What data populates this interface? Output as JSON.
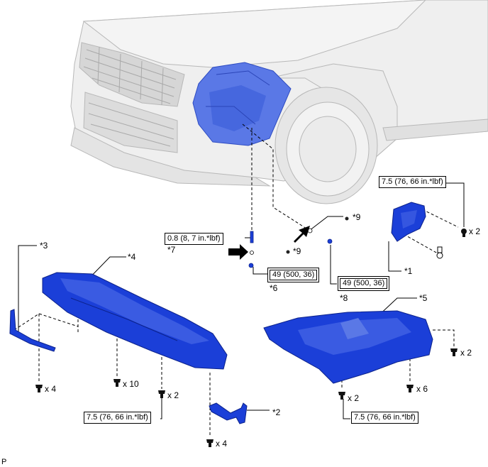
{
  "callouts": {
    "c1": "*1",
    "c2": "*2",
    "c3": "*3",
    "c4": "*4",
    "c5": "*5",
    "c6": "*6",
    "c7": "*7",
    "c8": "*8",
    "c9a": "*9",
    "c9b": "*9"
  },
  "torques": {
    "t_fender_liner": "7.5 (76, 66 in.*lbf)",
    "t_clip_small": "0.8 (8, 7 in.*lbf)",
    "t_bolt_6": "49 (500, 36)",
    "t_bolt_8": "49 (500, 36)",
    "t_cover_4": "7.5 (76, 66 in.*lbf)",
    "t_cover_5": "7.5 (76, 66 in.*lbf)"
  },
  "quantities": {
    "q_fender": "x 2",
    "q_bracket3": "x 4",
    "q_cover4_mid": "x 10",
    "q_cover4_right": "x 2",
    "q_bracket2": "x 4",
    "q_cover5_right": "x 2",
    "q_cover5_bl": "x 2",
    "q_cover5_bm": "x 6"
  },
  "footer": {
    "corner_mark": "P"
  },
  "colors": {
    "part_blue": "#1b3fd8",
    "highlight_blue": "#5a78e6",
    "car_gray": "#e9e9e9"
  }
}
